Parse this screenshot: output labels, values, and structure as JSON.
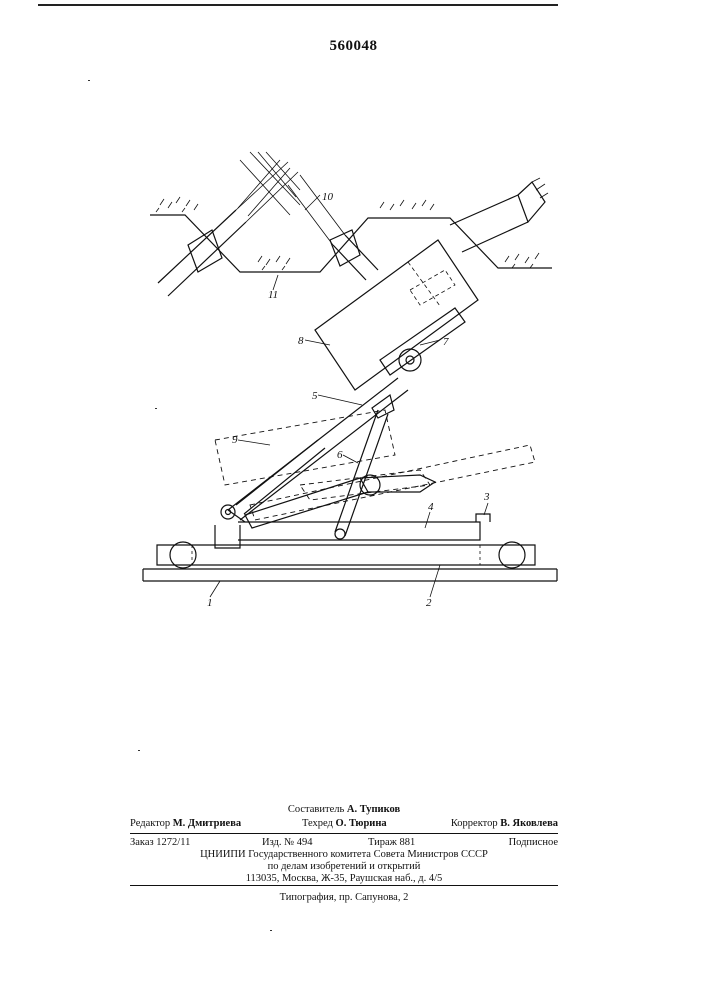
{
  "document": {
    "patent_number": "560048"
  },
  "figure": {
    "labels": [
      "1",
      "2",
      "3",
      "4",
      "5",
      "6",
      "7",
      "8",
      "9",
      "10",
      "11"
    ]
  },
  "imprint": {
    "compiler": {
      "role": "Составитель",
      "name": "А. Тупиков"
    },
    "editor": {
      "role": "Редактор",
      "name": "М. Дмитриева"
    },
    "techred": {
      "role": "Техред",
      "name": "О. Тюрина"
    },
    "corrector": {
      "role": "Корректор",
      "name": "В. Яковлева"
    },
    "order": "Заказ 1272/11",
    "edition": "Изд. № 494",
    "circulation": "Тираж 881",
    "subscription": "Подписное",
    "institute_line1": "ЦНИИПИ Государственного комитета Совета Министров СССР",
    "institute_line2": "по делам изобретений и открытий",
    "address": "113035, Москва, Ж-35, Раушская наб., д. 4/5",
    "printer": "Типография, пр. Сапунова, 2"
  }
}
